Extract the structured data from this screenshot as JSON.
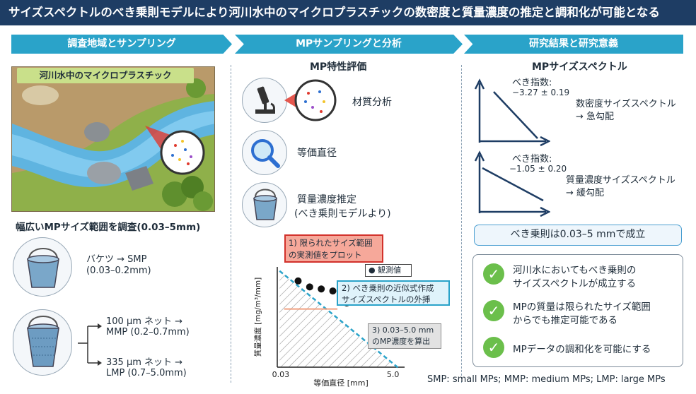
{
  "title": "サイズスペクトルのべき乗則モデルにより河川水中のマイクロプラスチックの数密度と質量濃度の推定と調和化が可能となる",
  "sections": {
    "s1": "調査地域とサンプリング",
    "s2": "MPサンプリングと分析",
    "s3": "研究結果と研究意義"
  },
  "left": {
    "river_label": "河川水中のマイクロプラスチック",
    "caption": "幅広いMPサイズ範囲を調査(0.03–5mm)",
    "bucket_line1": "バケツ → SMP",
    "bucket_line2": "(0.03–0.2mm)",
    "net100_line1": "100 μm ネット →",
    "net100_line2": "MMP (0.2–0.7mm)",
    "net335_line1": "335 μm ネット →",
    "net335_line2": "LMP (0.7–5.0mm)"
  },
  "middle": {
    "heading": "MP特性評価",
    "item1": "材質分析",
    "item2": "等価直径",
    "item3_line1": "質量濃度推定",
    "item3_line2": "(べき乗則モデルより)",
    "callout1_line1": "1) 限られたサイズ範囲",
    "callout1_line2": "の実測値をプロット",
    "callout2_line1": "2) べき乗則の近似式作成",
    "callout2_line2": "サイズスペクトルの外挿",
    "callout3_line1": "3) 0.03–5.0 mm",
    "callout3_line2": "のMP濃度を算出",
    "legend": "● 観測値"
  },
  "chart_data": {
    "type": "scatter",
    "xlabel": "等価直径 [mm]",
    "ylabel": "質量濃度 [mg/m³/mm]",
    "x_ticks": [
      "0.03",
      "5.0"
    ],
    "series": [
      {
        "name": "観測値",
        "points": [
          {
            "x": 0.9,
            "y": 0.86
          },
          {
            "x": 1.4,
            "y": 0.8
          },
          {
            "x": 1.9,
            "y": 0.78
          },
          {
            "x": 2.4,
            "y": 0.76
          },
          {
            "x": 3.0,
            "y": 0.64
          }
        ]
      }
    ],
    "fit_line": true,
    "grid": false
  },
  "right": {
    "heading": "MPサイズスペクトル",
    "exp_label": "べき指数:",
    "exp1_value": "−3.27 ± 0.19",
    "spec1_line1": "数密度サイズスペクトル",
    "spec1_line2": "→ 急勾配",
    "exp2_value": "−1.05 ± 0.20",
    "spec2_line1": "質量濃度サイズスペクトル",
    "spec2_line2": "→ 緩勾配",
    "banner": "べき乗則は0.03–5 mmで成立",
    "results": [
      {
        "line1": "河川水においてもべき乗則の",
        "line2": "サイズスペクトルが成立する"
      },
      {
        "line1": "MPの質量は限られたサイズ範囲",
        "line2": "からでも推定可能である"
      },
      {
        "line1": "MPデータの調和化を可能にする",
        "line2": ""
      }
    ],
    "check_glyph": "✓"
  },
  "footnote": "SMP: small MPs; MMP: medium MPs; LMP: large MPs",
  "colors": {
    "title_bg": "#1e3d64",
    "chevron": "#2aa3c9",
    "check": "#6bbf4b",
    "callout_red": "#d2312b",
    "callout_blue": "#2aa3c9"
  }
}
